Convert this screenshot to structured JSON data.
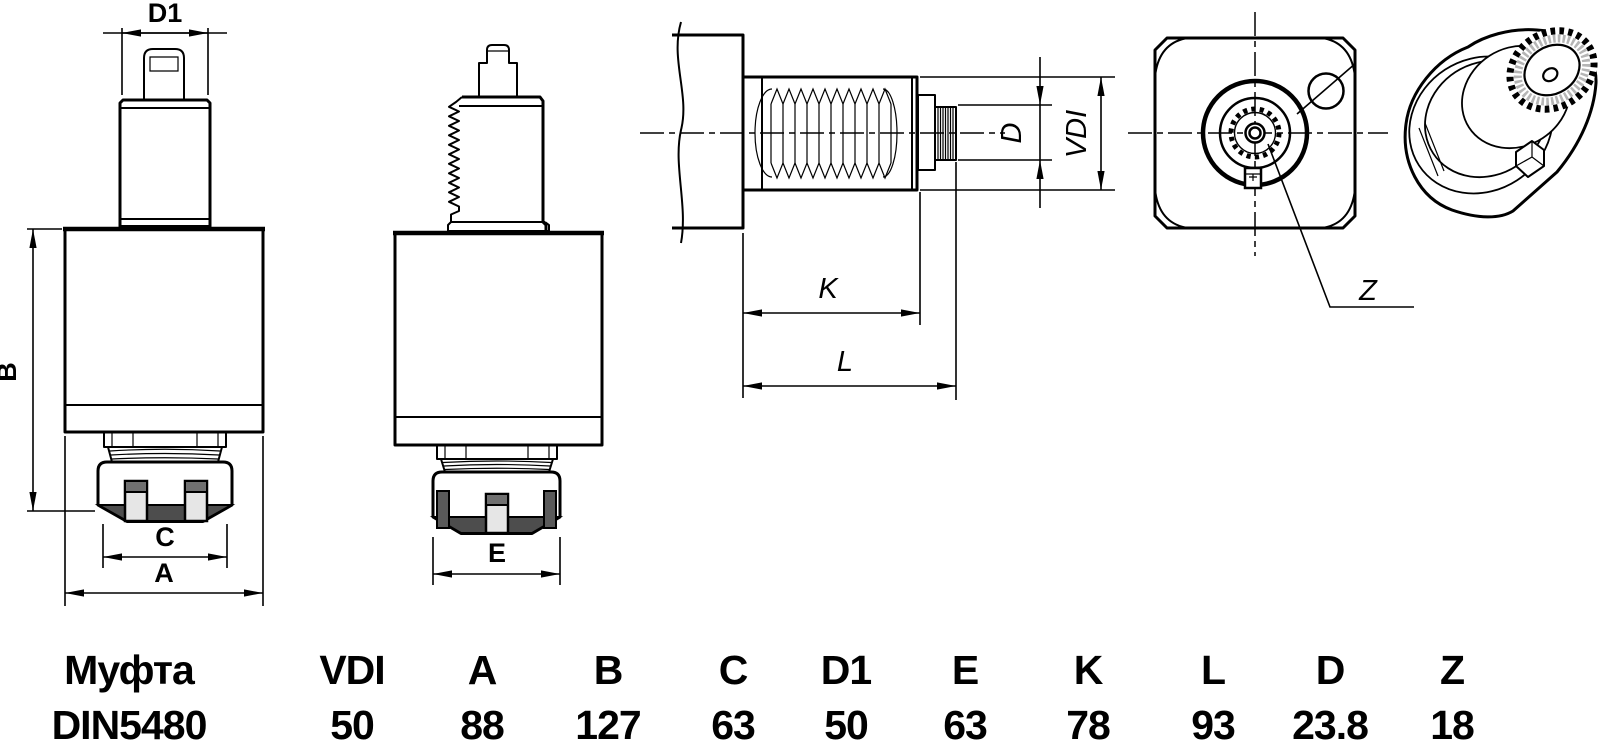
{
  "dimensions": {
    "front": {
      "d1": "D1",
      "b": "B",
      "c": "C",
      "a": "A"
    },
    "side": {
      "e": "E"
    },
    "section": {
      "k": "K",
      "l": "L",
      "d": "D",
      "vdi": "VDI"
    },
    "end": {
      "z": "Z"
    }
  },
  "table": {
    "product": {
      "line1": "Муфта",
      "line2": "DIN5480"
    },
    "columns": [
      {
        "name": "VDI",
        "value": "50"
      },
      {
        "name": "A",
        "value": "88"
      },
      {
        "name": "B",
        "value": "127"
      },
      {
        "name": "C",
        "value": "63"
      },
      {
        "name": "D1",
        "value": "50"
      },
      {
        "name": "E",
        "value": "63"
      },
      {
        "name": "K",
        "value": "78"
      },
      {
        "name": "L",
        "value": "93"
      },
      {
        "name": "D",
        "value": "23.8"
      },
      {
        "name": "Z",
        "value": "18"
      }
    ]
  },
  "colors": {
    "line": "#000000",
    "background": "#ffffff",
    "dark_fill": "#4d4d4d",
    "slot_fill": "#e6e6e6",
    "slot_cap": "#707070",
    "spline_shade": "#b5b5b5"
  }
}
